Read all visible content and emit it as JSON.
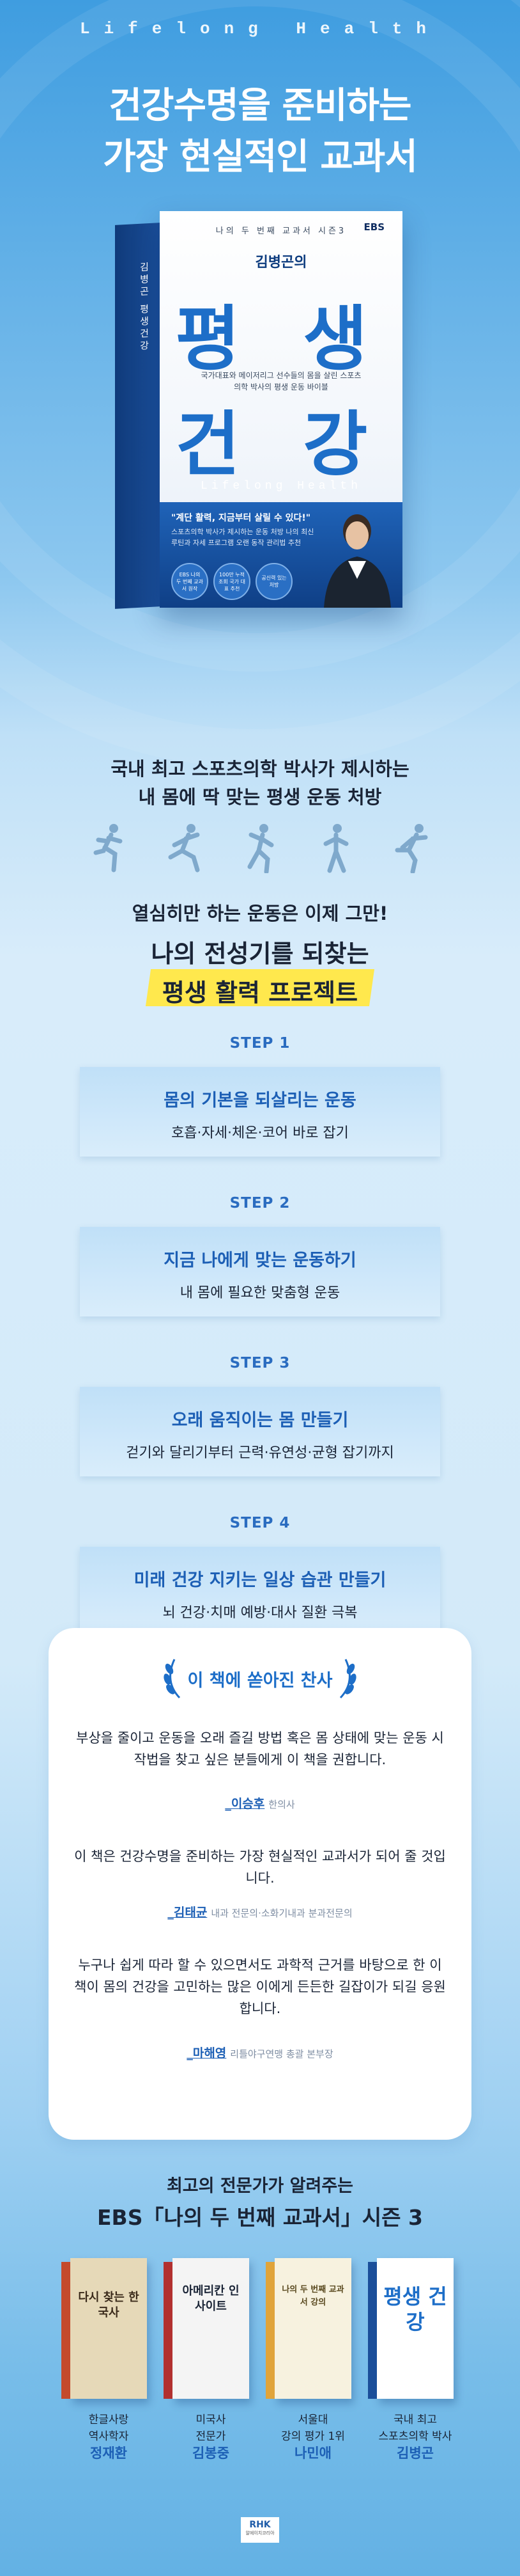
{
  "header": {
    "top_line": "Lifelong Health",
    "headline1": "건강수명을 준비하는",
    "headline2": "가장 현실적인 교과서"
  },
  "book": {
    "series": "나의 두 번째 교과서 시즌3",
    "ebs": "EBS",
    "author": "김병곤의",
    "title1": "평 생",
    "subtitle": "국가대표와 메이저리그 선수들의 몸을 살린 스포츠의학 박사의 평생 운동 바이블",
    "title2": "건 강",
    "eng": "Lifelong Health",
    "quote": "\"계단 활력, 지금부터 살릴 수 있다!\"",
    "desc": "스포츠의학 박사가 제시하는 운동 처방 나의 최신 루틴과 자세 프로그램 오랜 동작 관리법 추천",
    "spine_title": "김병곤 평생건강",
    "badges": [
      "EBS 나의 두 번째 교과서 원작",
      "100만 누적 조회 국가 대표 추천",
      "공신력 있는 처방"
    ]
  },
  "tagline": {
    "line1": "국내 최고 스포츠의학 박사가 제시하는",
    "line2": "내 몸에 딱 맞는 평생 운동 처방"
  },
  "intro": {
    "line1": "열심히만 하는 운동은 이제 그만!",
    "line2": "나의 전성기를 되찾는",
    "line3": "평생 활력 프로젝트"
  },
  "steps": [
    {
      "label": "STEP 1",
      "title": "몸의 기본을 되살리는 운동",
      "desc": "호흡·자세·체온·코어 바로 잡기"
    },
    {
      "label": "STEP 2",
      "title": "지금 나에게 맞는 운동하기",
      "desc": "내 몸에 필요한 맞춤형 운동"
    },
    {
      "label": "STEP 3",
      "title": "오래 움직이는 몸 만들기",
      "desc": "걷기와 달리기부터 근력·유연성·균형 잡기까지"
    },
    {
      "label": "STEP 4",
      "title": "미래 건강 지키는 일상 습관 만들기",
      "desc": "뇌 건강·치매 예방·대사 질환 극복"
    }
  ],
  "praise": {
    "title": "이 책에 쏟아진 찬사",
    "items": [
      {
        "text": "부상을 줄이고 운동을 오래 즐길 방법 혹은 몸 상태에 맞는 운동 시작법을 찾고 싶은 분들에게 이 책을 권합니다.",
        "name": "_이승후",
        "role": "한의사"
      },
      {
        "text": "이 책은 건강수명을 준비하는 가장 현실적인 교과서가 되어 줄 것입니다.",
        "name": "_김태균",
        "role": "내과 전문의·소화기내과 분과전문의"
      },
      {
        "text": "누구나 쉽게 따라 할 수 있으면서도 과학적 근거를 바탕으로 한 이 책이 몸의 건강을 고민하는 많은 이에게 든든한 길잡이가 되길 응원합니다.",
        "name": "_마해영",
        "role": "리틀야구연맹 총괄 본부장"
      }
    ]
  },
  "series_section": {
    "line1": "최고의 전문가가 알려주는",
    "line2": "EBS「나의 두 번째 교과서」시즌 3",
    "books": [
      {
        "cover": "다시 찾는 한국사",
        "cap1": "한글사랑",
        "cap2": "역사학자",
        "name": "정재환",
        "color": "#e6d9b8",
        "spine": "#c44a2c"
      },
      {
        "cover": "아메리칸 인사이트",
        "cap1": "미국사",
        "cap2": "전문가",
        "name": "김봉중",
        "color": "#f4f4f4",
        "spine": "#b2302f"
      },
      {
        "cover": "나의 두 번째 교과서 강의",
        "cap1": "서울대",
        "cap2": "강의 평가 1위",
        "name": "나민애",
        "color": "#f7f2df",
        "spine": "#e0a43a"
      },
      {
        "cover": "평생 건강",
        "cap1": "국내 최고",
        "cap2": "스포츠의학 박사",
        "name": "김병곤",
        "color": "#ffffff",
        "spine": "#1b4f9a"
      }
    ]
  },
  "publisher": {
    "logo": "RHK",
    "sub": "알에이치코리아"
  }
}
